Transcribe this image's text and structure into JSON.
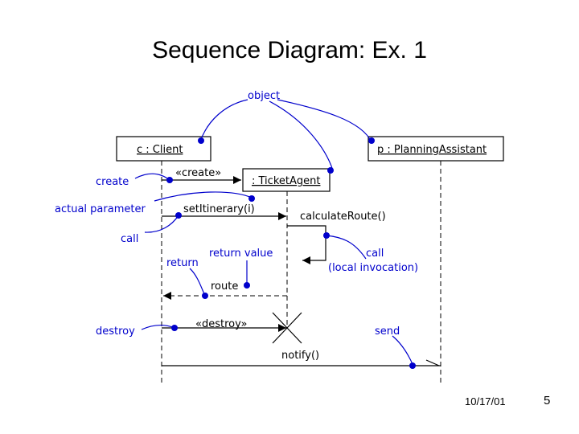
{
  "slide": {
    "title": "Sequence Diagram: Ex. 1",
    "footer_date": "10/17/01",
    "page_number": "5"
  },
  "lifelines": {
    "client": "c : Client",
    "planning": "p : PlanningAssistant",
    "ticket": ": TicketAgent"
  },
  "messages": {
    "create": "«create»",
    "set_itinerary": "setItinerary(i)",
    "calculate_route": "calculateRoute()",
    "route": "route",
    "destroy": "«destroy»",
    "notify": "notify()"
  },
  "annotations": {
    "object": "object",
    "create": "create",
    "actual_parameter": "actual parameter",
    "call": "call",
    "return": "return",
    "return_value": "return value",
    "call_local_line1": "call",
    "call_local_line2": "(local invocation)",
    "destroy": "destroy",
    "send": "send"
  },
  "colors": {
    "annotation": "#0000cc",
    "line": "#000000"
  }
}
